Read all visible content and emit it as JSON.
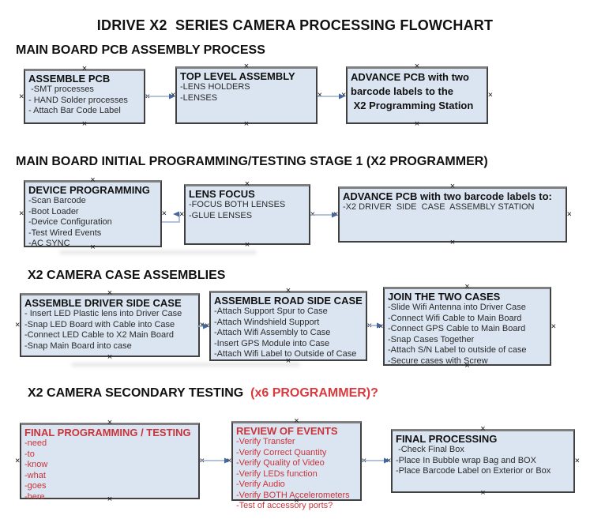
{
  "title": "IDRIVE X2  SERIES CAMERA PROCESSING FLOWCHART",
  "colors": {
    "box_fill": "#dbe5f1",
    "box_border": "#404040",
    "box_border_top": "#7f7f7f",
    "arrow_line": "#9ab0cd",
    "arrow_head": "#44679f",
    "heading_red": "#d93a3e",
    "box_red": "#c9333a",
    "body_text": "#2a2a2a"
  },
  "handle_glyph": "×",
  "sections": [
    {
      "heading": "MAIN BOARD PCB ASSEMBLY PROCESS",
      "heading_red": "",
      "boxes": [
        {
          "title": "ASSEMBLE PCB",
          "items": [
            " -SMT processes",
            "- HAND Solder processes",
            "- Attach Bar Code Label"
          ]
        },
        {
          "title": "TOP LEVEL ASSEMBLY",
          "items": [
            "-LENS HOLDERS",
            "-LENSES"
          ]
        },
        {
          "title": "ADVANCE PCB with two\nbarcode labels to the\n X2 Programming Station",
          "items": []
        }
      ]
    },
    {
      "heading": "MAIN BOARD INITIAL PROGRAMMING/TESTING STAGE 1 (X2 PROGRAMMER)",
      "heading_red": "",
      "boxes": [
        {
          "title": "DEVICE PROGRAMMING",
          "items": [
            "-Scan Barcode",
            "-Boot Loader",
            "-Device Configuration",
            "-Test Wired Events",
            "-AC SYNC"
          ]
        },
        {
          "title": "LENS FOCUS",
          "items": [
            "-FOCUS BOTH LENSES",
            "-GLUE LENSES"
          ]
        },
        {
          "title": "ADVANCE PCB with two barcode labels to:",
          "items": [
            "-X2 DRIVER  SIDE  CASE  ASSEMBLY STATION"
          ]
        }
      ]
    },
    {
      "heading": "X2 CAMERA CASE ASSEMBLIES",
      "heading_red": "",
      "boxes": [
        {
          "title": "ASSEMBLE DRIVER SIDE CASE",
          "items": [
            "- Insert LED Plastic lens into Driver Case",
            "-Snap LED Board with Cable into Case",
            "-Connect LED Cable to X2 Main Board",
            "-Snap Main Board into case"
          ]
        },
        {
          "title": "ASSEMBLE ROAD SIDE CASE",
          "items": [
            "-Attach Support Spur to Case",
            "-Attach Windshield Support",
            "-Attach Wifi Assembly to Case",
            "-Insert GPS Module into Case",
            "-Attach Wifi Label to Outside of Case"
          ]
        },
        {
          "title": "JOIN THE TWO CASES",
          "items": [
            "-Slide Wifi Antenna into Driver Case",
            "-Connect Wifi Cable to Main Board",
            "-Connect GPS Cable to Main Board",
            "-Snap Cases Together",
            "-Attach S/N Label to outside of case",
            "-Secure cases with Screw"
          ]
        }
      ]
    },
    {
      "heading": "X2 CAMERA SECONDARY TESTING ",
      "heading_red": " (x6 PROGRAMMER)?",
      "boxes": [
        {
          "title": "FINAL PROGRAMMING / TESTING",
          "items": [
            "-need",
            "-to",
            "-know",
            "-what",
            "-goes",
            "-here"
          ]
        },
        {
          "title": "REVIEW OF EVENTS",
          "items": [
            "-Verify Transfer",
            "-Verify Correct Quantity",
            "-Verify Quality of Video",
            "-Verify LEDs function",
            "-Verify Audio",
            "-Verify BOTH Accelerometers",
            "-Test of accessory ports?"
          ]
        },
        {
          "title": "FINAL PROCESSING",
          "items": [
            " -Check Final Box",
            "-Place In Bubble wrap Bag and BOX",
            "-Place Barcode Label on Exterior or Box"
          ]
        }
      ]
    }
  ]
}
